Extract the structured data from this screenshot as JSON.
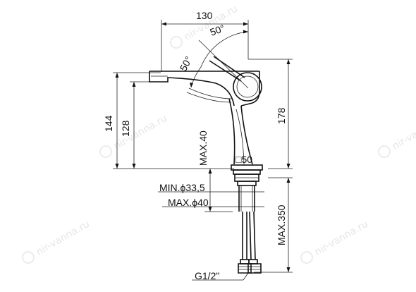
{
  "dimensions": {
    "width_top": "130",
    "angle_right": "50°",
    "angle_left": "50°",
    "height_144": "144",
    "height_128": "128",
    "height_178": "178",
    "max_40": "MAX.40",
    "square_50": "□50",
    "min_33": "MIN.ϕ33,5",
    "max_40_dia": "MAX.ϕ40",
    "max_350": "MAX.350",
    "thread": "G1/2\""
  },
  "watermark": {
    "text": "nir-vanna.ru"
  }
}
